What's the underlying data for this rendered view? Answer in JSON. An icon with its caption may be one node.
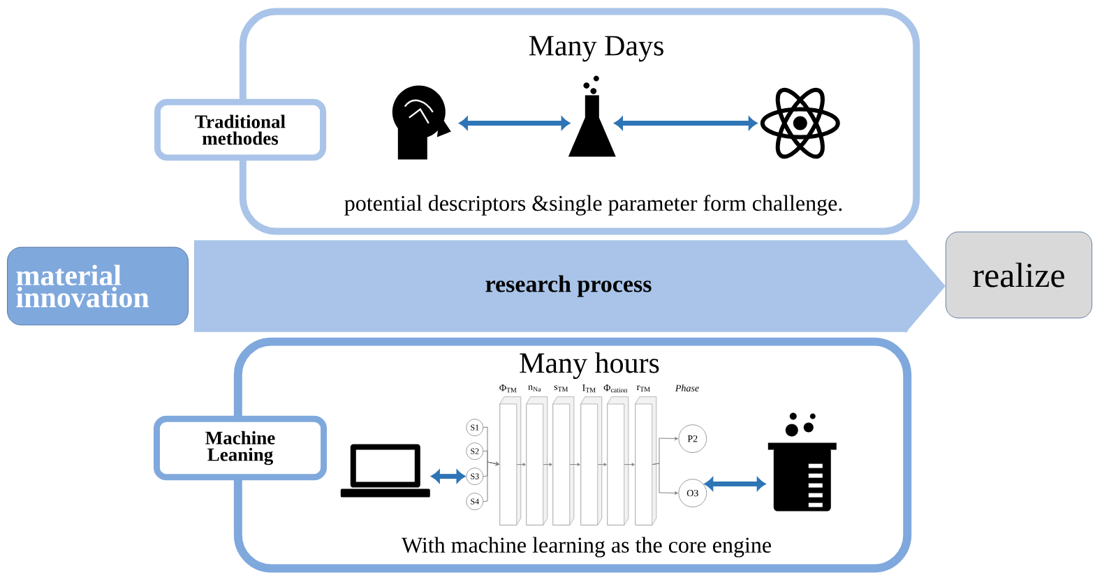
{
  "diagram": {
    "nodes": [
      {
        "text": [
          "Many Days",
          "potential descriptors &single parameter form challenge."
        ]
      },
      {
        "text": [
          "Traditional methodes"
        ]
      },
      {
        "text": [],
        "shape": "picture",
        "in": 0
      },
      {
        "text": [],
        "shape": "picture",
        "in": 0
      },
      {
        "text": [],
        "shape": "picture",
        "in": 0
      },
      {
        "text": [
          "material innovation"
        ]
      },
      {
        "text": [
          "realize"
        ]
      },
      {
        "text": [
          "Many hours",
          "With machine learning as the core engine"
        ]
      },
      {
        "text": [
          "Machine Leaning"
        ]
      },
      {
        "text": [],
        "shape": "picture",
        "in": 7
      },
      {
        "text": [
          "S1"
        ],
        "in": 7
      },
      {
        "text": [
          "S2"
        ],
        "in": 7
      },
      {
        "text": [
          "S3"
        ],
        "in": 7
      },
      {
        "text": [
          "S4"
        ],
        "in": 7
      },
      {
        "text": [],
        "shape": "box",
        "in": 7,
        "beside": [
          "Φ$_{TM}$"
        ]
      },
      {
        "text": [],
        "shape": "box",
        "in": 7,
        "beside": [
          "n$_{Na}$"
        ]
      },
      {
        "text": [],
        "shape": "box",
        "in": 7,
        "beside": [
          "s$_{TM}$"
        ]
      },
      {
        "text": [],
        "shape": "box",
        "in": 7,
        "beside": [
          "I$_{TM}$"
        ]
      },
      {
        "text": [],
        "shape": "box",
        "in": 7,
        "beside": [
          "Φ$_{cation}$"
        ]
      },
      {
        "text": [],
        "shape": "box",
        "in": 7,
        "beside": [
          "r$_{TM}$"
        ]
      },
      {
        "text": [
          "P2"
        ],
        "in": 7
      },
      {
        "text": [
          "O3"
        ],
        "in": 7
      },
      {
        "text": [],
        "shape": "picture",
        "in": 7
      }
    ],
    "edges": [
      {
        "from": 2,
        "to": 3,
        "arrow": "both",
        "style": "thick",
        "color": "#2e75b6"
      },
      {
        "from": 3,
        "to": 4,
        "arrow": "both",
        "style": "thick",
        "color": "#2e75b6"
      },
      {
        "from": 5,
        "to": 6,
        "label": "research process",
        "arrow": "to",
        "style": "thick",
        "color": "#a9c4e8"
      },
      {
        "from": 9,
        "to": 12,
        "arrow": "both",
        "style": "thick",
        "color": "#2e75b6"
      },
      {
        "from": 21,
        "to": 22,
        "arrow": "both",
        "style": "thick",
        "color": "#2e75b6"
      },
      {
        "from": 10,
        "to": 14,
        "arrow": "to"
      },
      {
        "from": 11,
        "to": 14,
        "arrow": "to"
      },
      {
        "from": 12,
        "to": 14,
        "arrow": "to"
      },
      {
        "from": 13,
        "to": 14,
        "arrow": "to"
      },
      {
        "from": 14,
        "to": 15,
        "arrow": "to"
      },
      {
        "from": 15,
        "to": 16,
        "arrow": "to"
      },
      {
        "from": 16,
        "to": 17,
        "arrow": "to"
      },
      {
        "from": 17,
        "to": 18,
        "arrow": "to"
      },
      {
        "from": 18,
        "to": 19,
        "arrow": "to"
      },
      {
        "from": 19,
        "to": 20,
        "arrow": "to"
      },
      {
        "from": 19,
        "to": 21,
        "arrow": "to"
      }
    ],
    "labels": [
      "Phase"
    ]
  }
}
